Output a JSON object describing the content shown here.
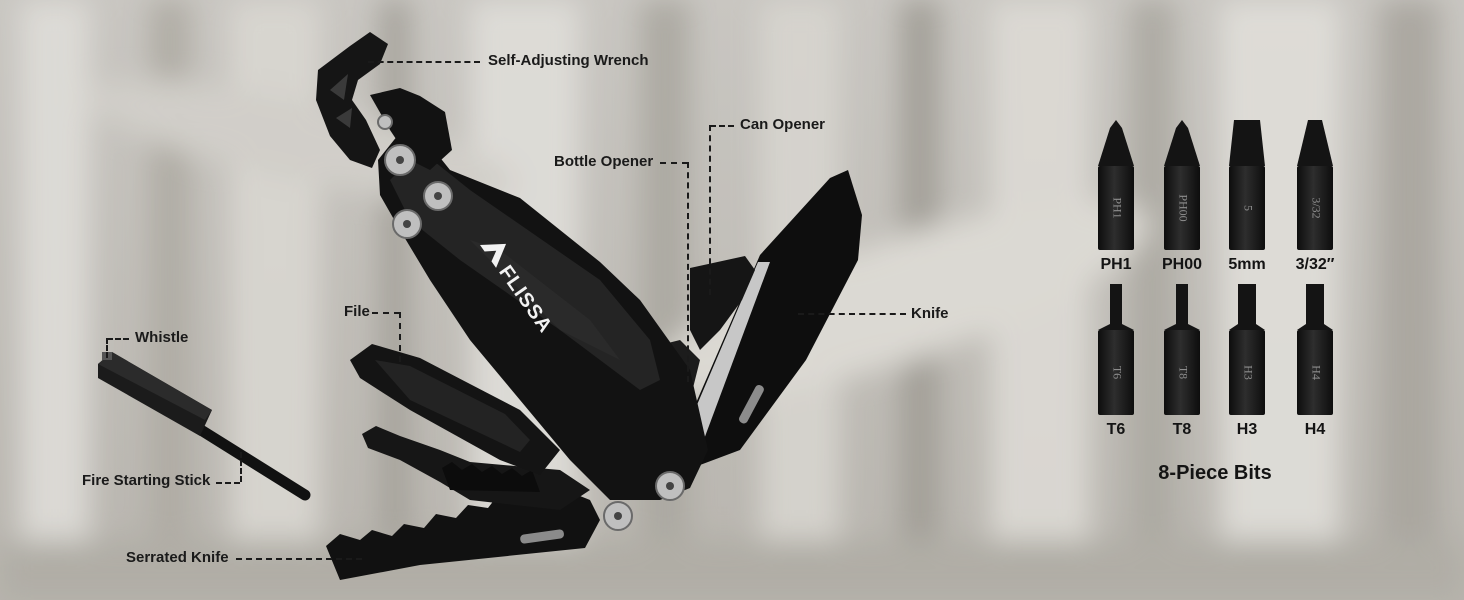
{
  "brand": {
    "logo_text": "AFLISSA"
  },
  "colors": {
    "tool": "#121212",
    "accent": "#9a9a9a",
    "label": "#1a1a1a"
  },
  "labels": {
    "wrench": "Self-Adjusting Wrench",
    "can_opener": "Can Opener",
    "bottle_opener": "Bottle Opener",
    "knife": "Knife",
    "file": "File",
    "whistle": "Whistle",
    "fire_starter": "Fire Starting Stick",
    "serrated_knife": "Serrated Knife"
  },
  "bits": {
    "title": "8-Piece Bits",
    "items": [
      {
        "caption": "PH1",
        "engraving": "PH1",
        "tip": "phillips"
      },
      {
        "caption": "PH00",
        "engraving": "PH00",
        "tip": "phillips-small"
      },
      {
        "caption": "5mm",
        "engraving": "5",
        "tip": "flat"
      },
      {
        "caption": "3/32″",
        "engraving": "3/32",
        "tip": "flat-narrow"
      },
      {
        "caption": "T6",
        "engraving": "T6",
        "tip": "torx"
      },
      {
        "caption": "T8",
        "engraving": "T8",
        "tip": "torx"
      },
      {
        "caption": "H3",
        "engraving": "H3",
        "tip": "hex"
      },
      {
        "caption": "H4",
        "engraving": "H4",
        "tip": "hex"
      }
    ]
  }
}
